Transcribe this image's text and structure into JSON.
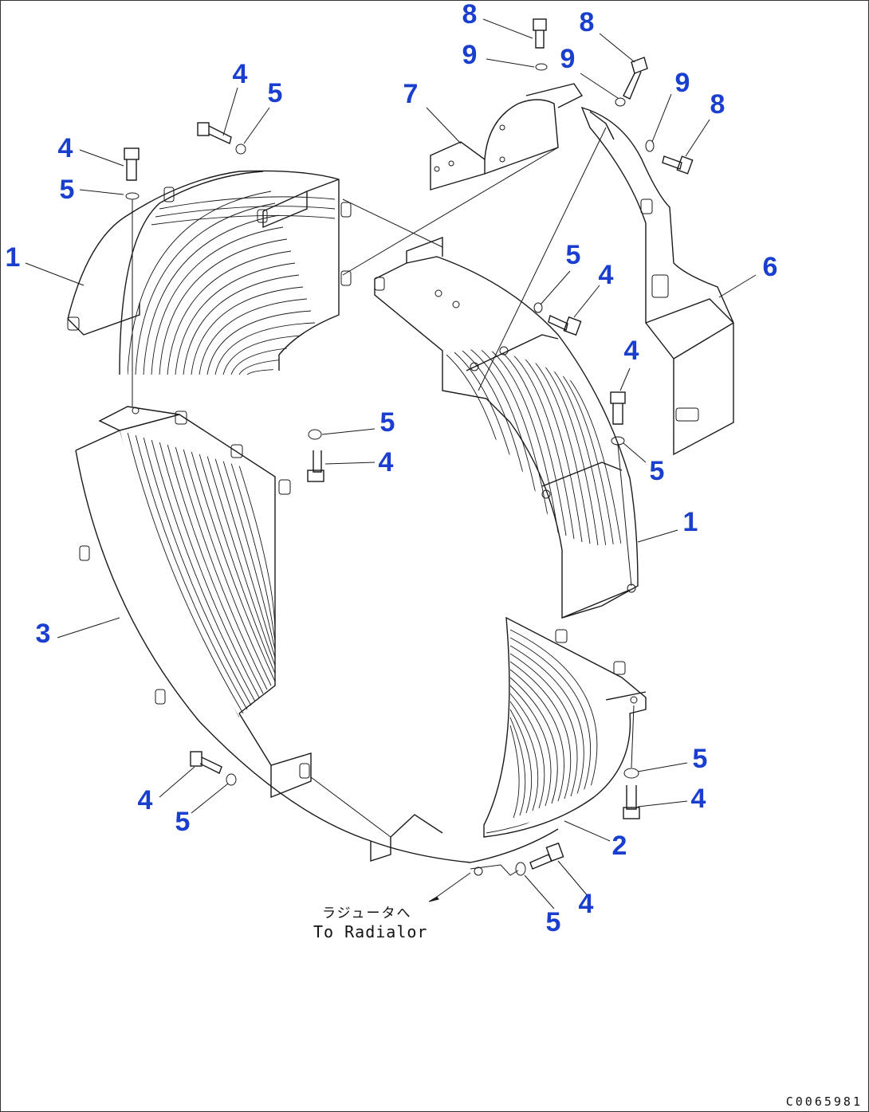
{
  "colors": {
    "callout": "#1a3fcf",
    "line": "#1a1a1a",
    "background": "#ffffff"
  },
  "callouts": [
    {
      "id": "c1",
      "text": "8"
    },
    {
      "id": "c2",
      "text": "8"
    },
    {
      "id": "c3",
      "text": "9"
    },
    {
      "id": "c4",
      "text": "9"
    },
    {
      "id": "c5",
      "text": "9"
    },
    {
      "id": "c6",
      "text": "8"
    },
    {
      "id": "c7",
      "text": "4"
    },
    {
      "id": "c8",
      "text": "5"
    },
    {
      "id": "c9",
      "text": "7"
    },
    {
      "id": "c10",
      "text": "4"
    },
    {
      "id": "c11",
      "text": "5"
    },
    {
      "id": "c12",
      "text": "1"
    },
    {
      "id": "c13",
      "text": "5"
    },
    {
      "id": "c14",
      "text": "4"
    },
    {
      "id": "c15",
      "text": "6"
    },
    {
      "id": "c16",
      "text": "4"
    },
    {
      "id": "c17",
      "text": "5"
    },
    {
      "id": "c18",
      "text": "4"
    },
    {
      "id": "c19",
      "text": "5"
    },
    {
      "id": "c20",
      "text": "1"
    },
    {
      "id": "c21",
      "text": "3"
    },
    {
      "id": "c22",
      "text": "5"
    },
    {
      "id": "c23",
      "text": "4"
    },
    {
      "id": "c24",
      "text": "4"
    },
    {
      "id": "c25",
      "text": "5"
    },
    {
      "id": "c26",
      "text": "2"
    },
    {
      "id": "c27",
      "text": "4"
    },
    {
      "id": "c28",
      "text": "5"
    }
  ],
  "annotations": {
    "japanese": "ラジュータへ",
    "english": "To Radialor"
  },
  "document_code": "C0065981"
}
